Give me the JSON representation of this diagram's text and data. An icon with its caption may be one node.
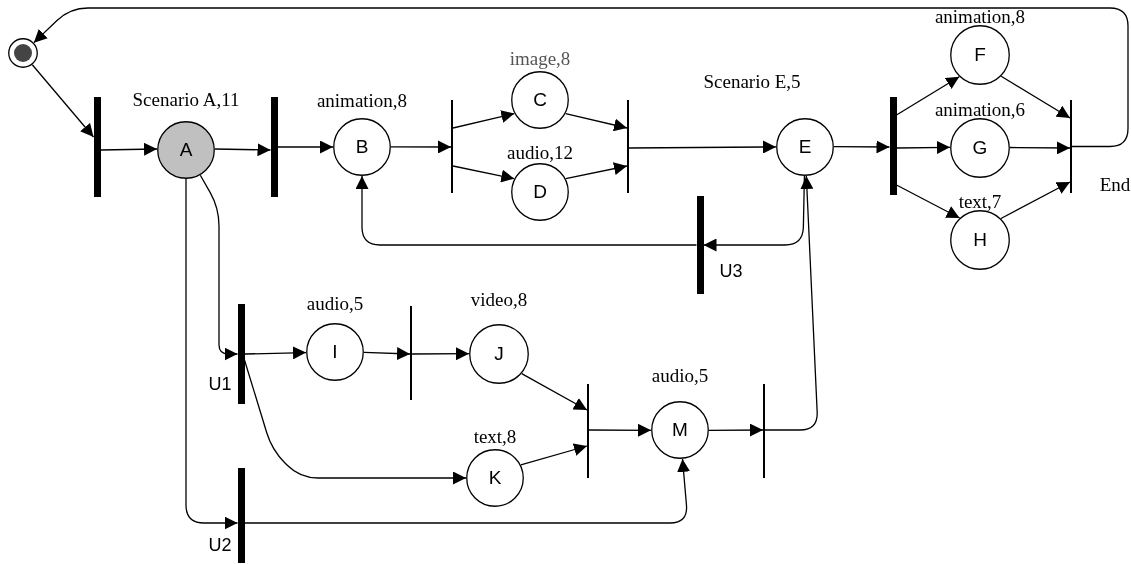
{
  "diagram": {
    "nodes": [
      {
        "text": [],
        "shape": "circle"
      },
      {
        "text": [],
        "shape": "bar"
      },
      {
        "text": [
          "A"
        ],
        "beside": [
          "Scenario A,11"
        ]
      },
      {
        "text": [],
        "shape": "bar"
      },
      {
        "text": [
          "B"
        ],
        "beside": [
          "animation,8"
        ]
      },
      {
        "text": [],
        "shape": "bar"
      },
      {
        "text": [
          "C"
        ],
        "beside": [
          "image,8"
        ]
      },
      {
        "text": [
          "D"
        ],
        "beside": [
          "audio,12"
        ]
      },
      {
        "text": [],
        "shape": "bar"
      },
      {
        "text": [
          "E"
        ],
        "beside": [
          "Scenario E,5"
        ]
      },
      {
        "text": [],
        "shape": "bar"
      },
      {
        "text": [
          "F"
        ],
        "beside": [
          "animation,8"
        ]
      },
      {
        "text": [
          "G"
        ],
        "beside": [
          "animation,6"
        ]
      },
      {
        "text": [
          "H"
        ],
        "beside": [
          "text,7"
        ]
      },
      {
        "text": [],
        "shape": "bar",
        "beside": [
          "End"
        ]
      },
      {
        "text": [],
        "shape": "bar",
        "beside": [
          "U3"
        ]
      },
      {
        "text": [],
        "shape": "bar",
        "beside": [
          "U1"
        ]
      },
      {
        "text": [
          "I"
        ],
        "beside": [
          "audio,5"
        ]
      },
      {
        "text": [],
        "shape": "bar"
      },
      {
        "text": [
          "J"
        ],
        "beside": [
          "video,8"
        ]
      },
      {
        "text": [
          "K"
        ],
        "beside": [
          "text,8"
        ]
      },
      {
        "text": [],
        "shape": "bar"
      },
      {
        "text": [
          "M"
        ],
        "beside": [
          "audio,5"
        ]
      },
      {
        "text": [],
        "shape": "bar"
      },
      {
        "text": [],
        "shape": "bar",
        "beside": [
          "U2"
        ]
      }
    ],
    "edges": [
      {
        "from": 0,
        "to": 1,
        "arrow": "to"
      },
      {
        "from": 1,
        "to": 2,
        "arrow": "to"
      },
      {
        "from": 2,
        "to": 3,
        "arrow": "to"
      },
      {
        "from": 3,
        "to": 4,
        "arrow": "to"
      },
      {
        "from": 4,
        "to": 5,
        "arrow": "to"
      },
      {
        "from": 5,
        "to": 6,
        "arrow": "to"
      },
      {
        "from": 5,
        "to": 7,
        "arrow": "to"
      },
      {
        "from": 6,
        "to": 8,
        "arrow": "to"
      },
      {
        "from": 7,
        "to": 8,
        "arrow": "to"
      },
      {
        "from": 8,
        "to": 9,
        "arrow": "to"
      },
      {
        "from": 9,
        "to": 10,
        "arrow": "to"
      },
      {
        "from": 10,
        "to": 11,
        "arrow": "to"
      },
      {
        "from": 10,
        "to": 12,
        "arrow": "to"
      },
      {
        "from": 10,
        "to": 13,
        "arrow": "to"
      },
      {
        "from": 11,
        "to": 14,
        "arrow": "to"
      },
      {
        "from": 12,
        "to": 14,
        "arrow": "to"
      },
      {
        "from": 13,
        "to": 14,
        "arrow": "to"
      },
      {
        "from": 14,
        "to": 0,
        "arrow": "to"
      },
      {
        "from": 9,
        "to": 15,
        "arrow": "to"
      },
      {
        "from": 15,
        "to": 4,
        "arrow": "to"
      },
      {
        "from": 2,
        "to": 16,
        "arrow": "to"
      },
      {
        "from": 16,
        "to": 17,
        "arrow": "to"
      },
      {
        "from": 17,
        "to": 18,
        "arrow": "to"
      },
      {
        "from": 18,
        "to": 19,
        "arrow": "to"
      },
      {
        "from": 16,
        "to": 20,
        "arrow": "to"
      },
      {
        "from": 19,
        "to": 21,
        "arrow": "to"
      },
      {
        "from": 20,
        "to": 21,
        "arrow": "to"
      },
      {
        "from": 21,
        "to": 22,
        "arrow": "to"
      },
      {
        "from": 22,
        "to": 23,
        "arrow": "to"
      },
      {
        "from": 23,
        "to": 9,
        "arrow": "to"
      },
      {
        "from": 2,
        "to": 24,
        "arrow": "to"
      },
      {
        "from": 24,
        "to": 22,
        "arrow": "to"
      }
    ]
  }
}
